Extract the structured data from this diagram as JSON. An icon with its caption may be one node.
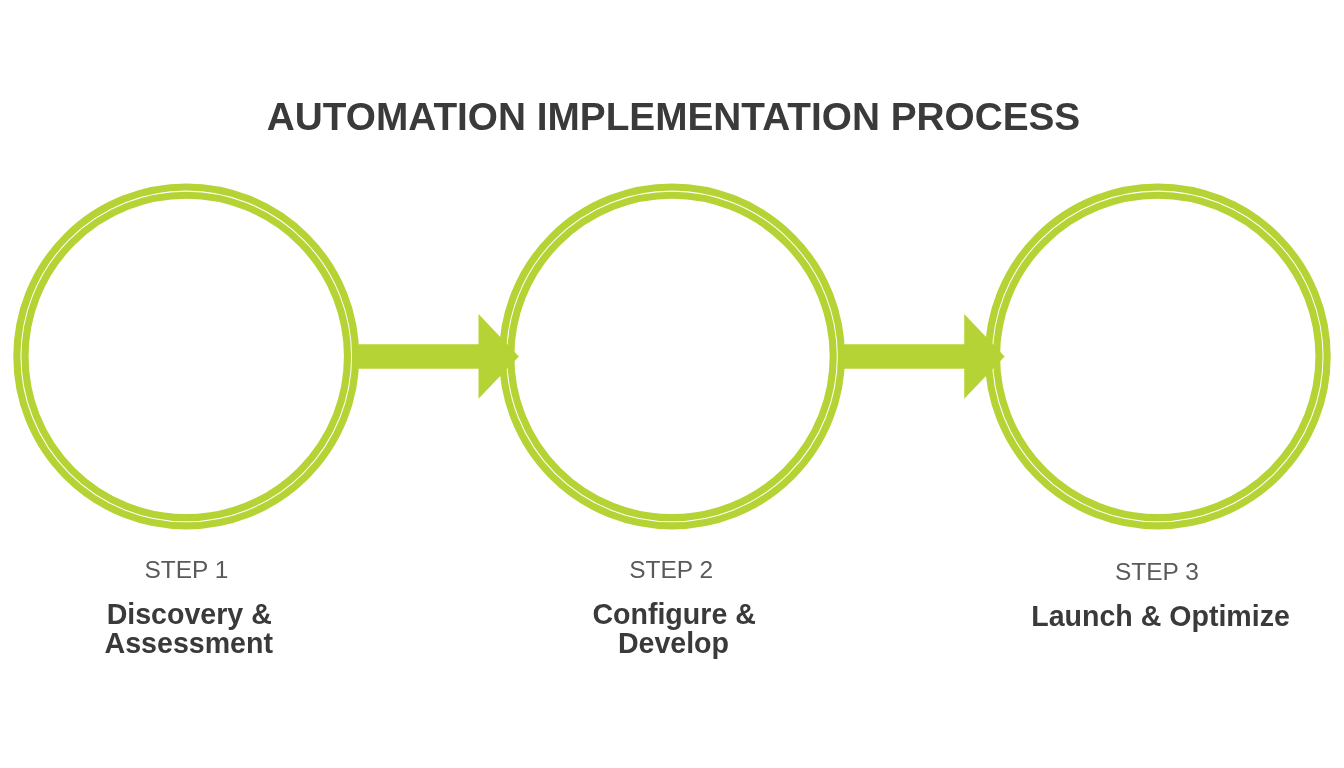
{
  "diagram": {
    "title": "AUTOMATION IMPLEMENTATION PROCESS",
    "nodes": [
      {
        "text": [],
        "shape": "circle",
        "beside": [
          "STEP 1",
          "Discovery & Assessment"
        ]
      },
      {
        "text": [],
        "shape": "circle",
        "beside": [
          "STEP 2",
          "Configure & Develop"
        ]
      },
      {
        "text": [],
        "shape": "circle",
        "beside": [
          "STEP 3",
          "Launch & Optimize"
        ]
      }
    ],
    "edges": [
      {
        "from": 0,
        "to": 1,
        "arrow": "to"
      },
      {
        "from": 1,
        "to": 2,
        "arrow": "to"
      }
    ]
  }
}
